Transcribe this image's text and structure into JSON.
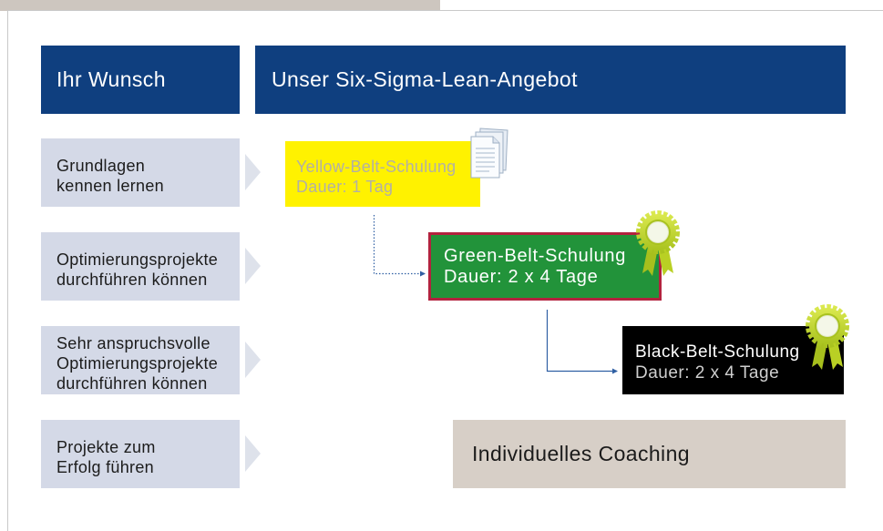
{
  "header": {
    "wish_label": "Ihr Wunsch",
    "offer_label": "Unser Six-Sigma-Lean-Angebot"
  },
  "wishes": [
    {
      "lines": [
        "Grundlagen",
        "kennen lernen"
      ]
    },
    {
      "lines": [
        "Optimierungsprojekte",
        "durchführen können"
      ]
    },
    {
      "lines": [
        "Sehr anspruchsvolle",
        "Optimierungsprojekte",
        "durchführen können"
      ]
    },
    {
      "lines": [
        "Projekte zum",
        "Erfolg führen"
      ]
    }
  ],
  "offers": {
    "yellow_belt": {
      "title": "Yellow-Belt-Schulung",
      "duration": "Dauer: 1 Tag",
      "icon": "document-icon"
    },
    "green_belt": {
      "title": "Green-Belt-Schulung",
      "duration": "Dauer: 2 x 4 Tage",
      "icon": "rosette-icon"
    },
    "black_belt": {
      "title": "Black-Belt-Schulung",
      "duration": "Dauer: 2 x 4 Tage",
      "icon": "rosette-icon"
    },
    "coaching": {
      "title": "Individuelles Coaching"
    }
  },
  "colors": {
    "tab_bg": "#cdc6bf",
    "header_bg": "#0f3f7f",
    "wish_bg": "#d4d9e7",
    "chevron": "#dee2eb",
    "yellow_bg": "#fff200",
    "green_bg": "#22933a",
    "green_border": "#b3223e",
    "black_bg": "#000000",
    "coaching_bg": "#d7cfc7",
    "connector": "#2f5fa3"
  }
}
